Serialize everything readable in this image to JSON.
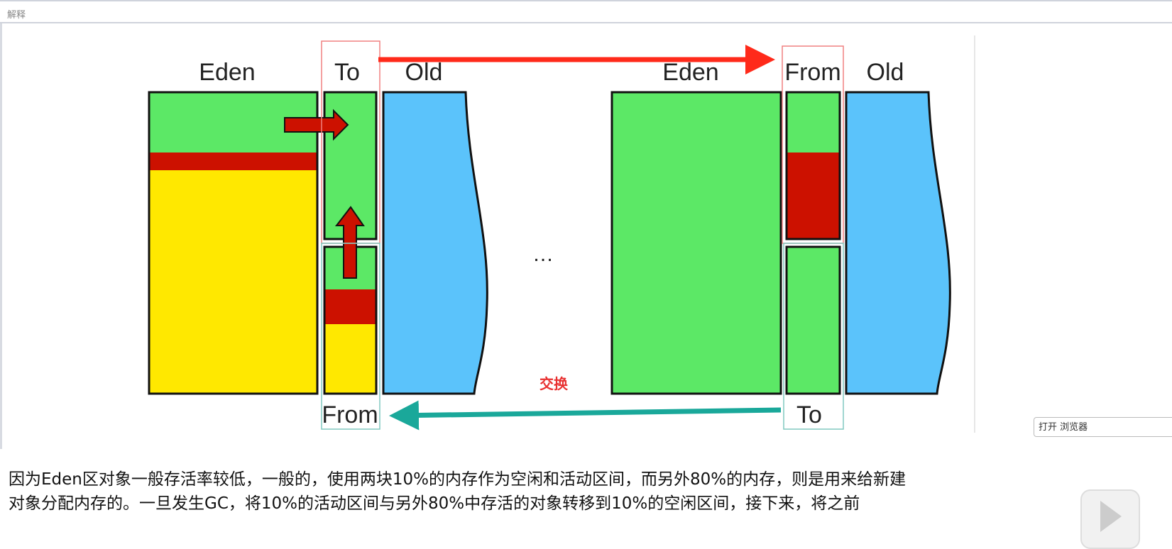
{
  "header": {
    "title": "解释"
  },
  "diagram": {
    "left": {
      "eden": "Eden",
      "to": "To",
      "old": "Old",
      "from": "From"
    },
    "right": {
      "eden": "Eden",
      "from": "From",
      "old": "Old",
      "to": "To"
    },
    "ellipsis": "…",
    "swap_label": "交换",
    "colors": {
      "green": "#5ce866",
      "red": "#cc1100",
      "yellow": "#ffe800",
      "blue": "#5bc3fb",
      "arrow_red": "#ff2a1a",
      "arrow_teal": "#1aa89a"
    }
  },
  "open_browser_button": "打开 浏览器 ",
  "paragraph": {
    "line1": "因为Eden区对象一般存活率较低，一般的，使用两块10%的内存作为空闲和活动区间，而另外80%的内存，则是用来给新建",
    "line2": "对象分配内存的。一旦发生GC，将10%的活动区间与另外80%中存活的对象转移到10%的空闲区间，接下来，将之前"
  }
}
